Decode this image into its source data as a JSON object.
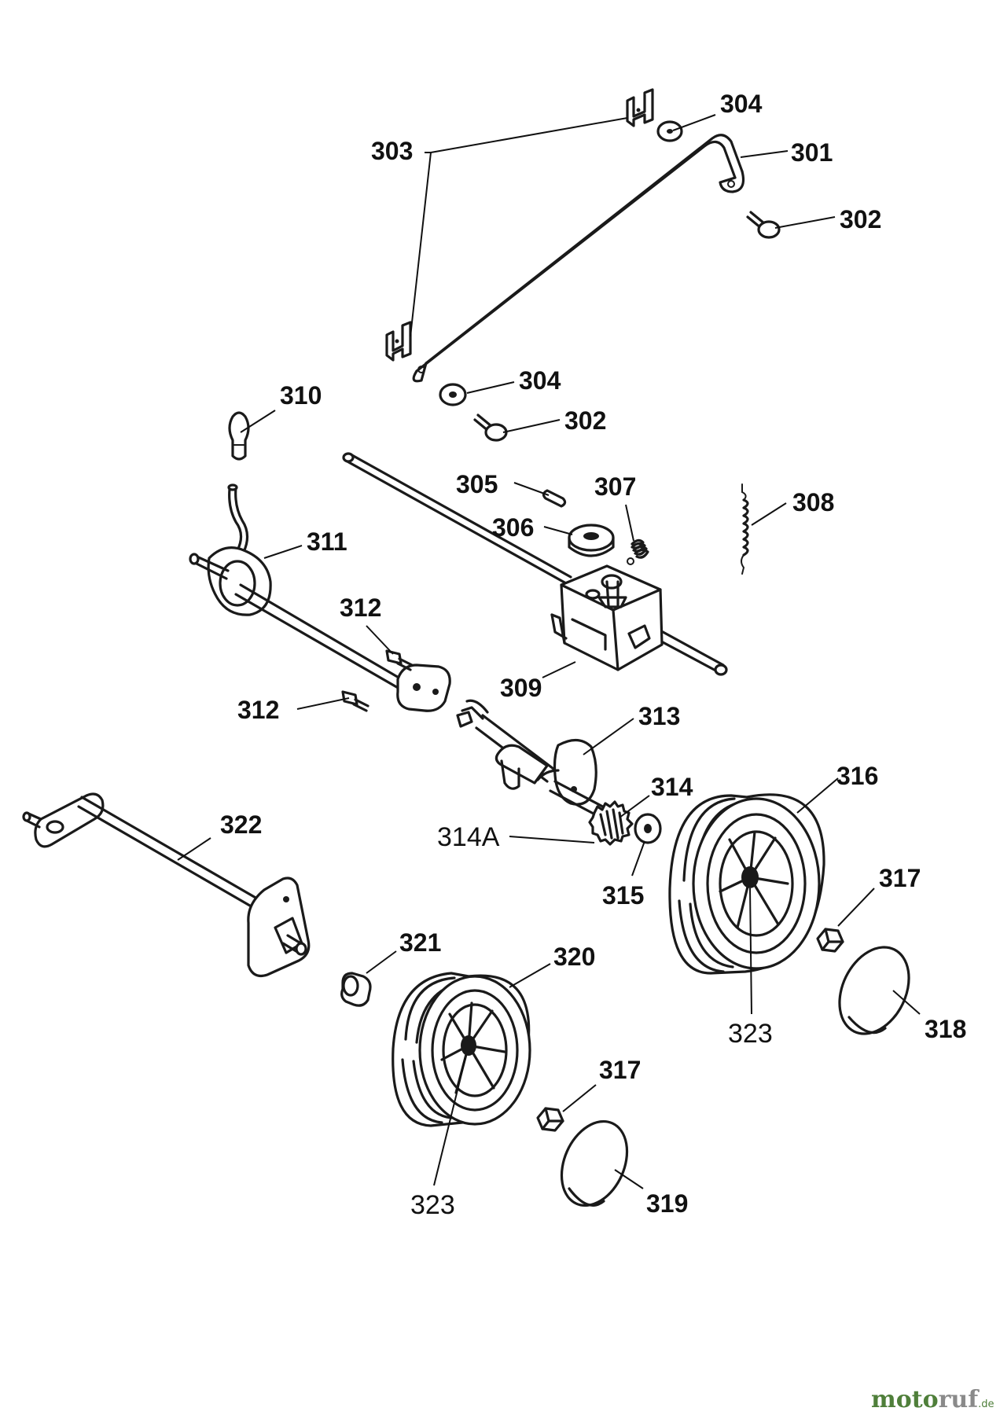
{
  "labels": {
    "p301": "301",
    "p302a": "302",
    "p302b": "302",
    "p303": "303",
    "p304a": "304",
    "p304b": "304",
    "p305": "305",
    "p306": "306",
    "p307": "307",
    "p308": "308",
    "p309": "309",
    "p310": "310",
    "p311": "311",
    "p312a": "312",
    "p312b": "312",
    "p313": "313",
    "p314": "314",
    "p314a": "314A",
    "p315": "315",
    "p316": "316",
    "p317a": "317",
    "p317b": "317",
    "p318": "318",
    "p319": "319",
    "p320": "320",
    "p321": "321",
    "p322": "322",
    "p323a": "323",
    "p323b": "323"
  },
  "watermark": {
    "part1": "moto",
    "part2": "ruf",
    "suffix": ".de"
  },
  "colors": {
    "ink": "#1a1a1a",
    "background": "#ffffff",
    "watermark_green": "#4f7f3a",
    "watermark_grey": "#8a8a8a"
  }
}
